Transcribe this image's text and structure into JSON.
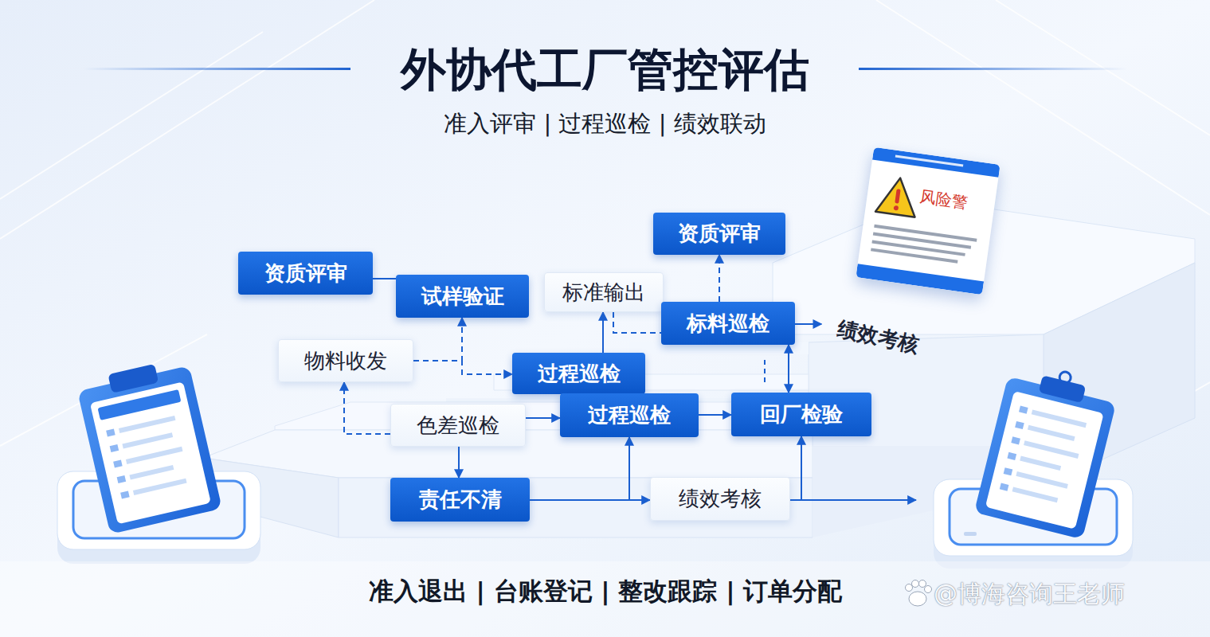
{
  "diagram": {
    "title": "外协代工厂管控评估",
    "nodes": [
      {
        "text": [
          "资质评审"
        ]
      },
      {
        "text": [
          "试样验证"
        ]
      },
      {
        "text": [
          "标准输出"
        ]
      },
      {
        "text": [
          "资质评审"
        ]
      },
      {
        "text": [
          "标料巡检"
        ]
      },
      {
        "text": [
          "绩效考核"
        ]
      },
      {
        "text": [
          "物料收发"
        ]
      },
      {
        "text": [
          "过程巡检"
        ]
      },
      {
        "text": [
          "色差巡检"
        ]
      },
      {
        "text": [
          "过程巡检"
        ]
      },
      {
        "text": [
          "回厂检验"
        ]
      },
      {
        "text": [
          "责任不清"
        ]
      },
      {
        "text": [
          "绩效考核"
        ]
      },
      {
        "text": [
          "风险警"
        ]
      }
    ],
    "edges": [
      {
        "from": 0,
        "to": 1,
        "arrow": "none"
      },
      {
        "from": 6,
        "to": 1,
        "arrow": "to"
      },
      {
        "from": 6,
        "to": 7,
        "arrow": "to"
      },
      {
        "from": 7,
        "to": 2,
        "arrow": "to"
      },
      {
        "from": 2,
        "to": 4,
        "arrow": "none"
      },
      {
        "from": 4,
        "to": 3,
        "arrow": "to"
      },
      {
        "from": 4,
        "to": 5,
        "arrow": "to"
      },
      {
        "from": 4,
        "to": 10,
        "arrow": "both"
      },
      {
        "from": 8,
        "to": 6,
        "arrow": "to"
      },
      {
        "from": 8,
        "to": 9,
        "arrow": "to"
      },
      {
        "from": 9,
        "to": 10,
        "arrow": "to"
      },
      {
        "from": 8,
        "to": 11,
        "arrow": "to"
      },
      {
        "from": 11,
        "to": 12,
        "arrow": "to"
      },
      {
        "from": 11,
        "to": 9,
        "arrow": "to"
      },
      {
        "from": 12,
        "to": 10,
        "arrow": "to"
      }
    ],
    "labels": [
      "准入评审 | 过程巡检 | 绩效联动",
      "准入退出 | 台账登记 | 整改跟踪 | 订单分配",
      "@博海咨询王老师"
    ]
  }
}
